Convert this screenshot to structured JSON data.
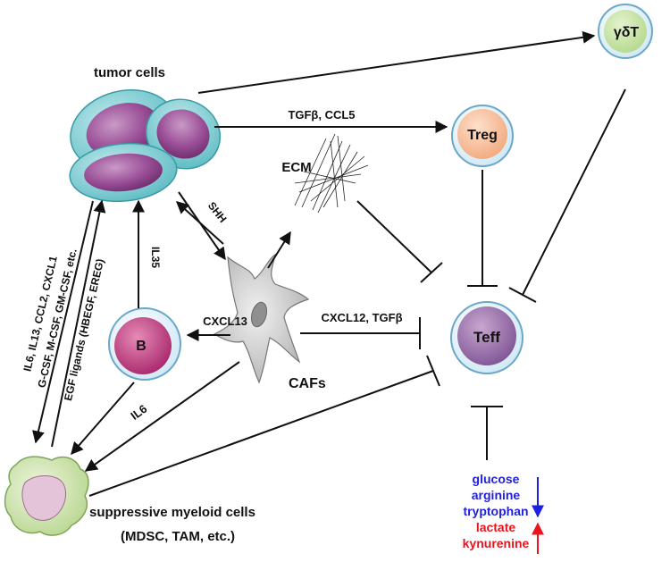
{
  "labels": {
    "tumor_cells": "tumor cells",
    "gdT": "γδT",
    "treg": "Treg",
    "teff": "Teff",
    "b_cell": "B",
    "ecm": "ECM",
    "cafs": "CAFs",
    "myeloid_line1": "suppressive myeloid cells",
    "myeloid_line2": "(MDSC, TAM, etc.)"
  },
  "edges": {
    "tgfb_ccl5": "TGFβ, CCL5",
    "shh": "SHH",
    "il35": "IL35",
    "cxcl13": "CXCL13",
    "cxcl12_tgfb": "CXCL12, TGFβ",
    "il6": "IL6",
    "tumor_to_myeloid_line1": "IL6, IL13, CCL2, CXCL1",
    "tumor_to_myeloid_line2": "G-CSF, M-CSF, GM-CSF, etc.",
    "myeloid_to_tumor": "EGF ligands (HBEGF, EREG)"
  },
  "metabolites": {
    "decreased": [
      "glucose",
      "arginine",
      "tryptophan"
    ],
    "increased": [
      "lactate",
      "kynurenine"
    ]
  },
  "colors": {
    "decreased": "#1f1fe0",
    "increased": "#e8141e"
  }
}
